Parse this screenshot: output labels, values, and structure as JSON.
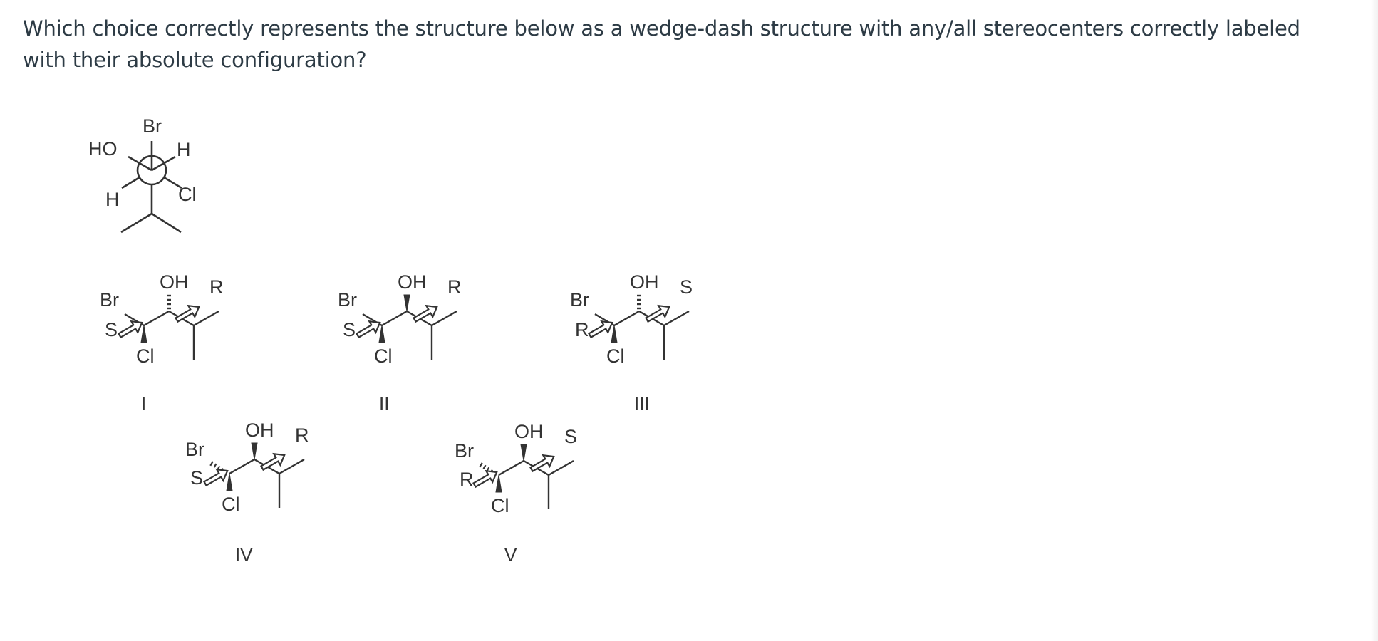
{
  "question": {
    "text": "Which choice correctly represents the structure below as a wedge-dash structure with any/all stereocenters correctly labeled with their absolute configuration?"
  },
  "newman": {
    "front_top": "Br",
    "front_left": "HO",
    "front_right": "H",
    "back_left": "H",
    "back_right": "Cl"
  },
  "choices": [
    {
      "numeral": "I",
      "oh": "OH",
      "br": "Br",
      "cl": "Cl",
      "c2_config": "S",
      "c3_config": "R",
      "br_bond": "plain",
      "oh_bond": "dash"
    },
    {
      "numeral": "II",
      "oh": "OH",
      "br": "Br",
      "cl": "Cl",
      "c2_config": "S",
      "c3_config": "R",
      "br_bond": "plain",
      "oh_bond": "wedge"
    },
    {
      "numeral": "III",
      "oh": "OH",
      "br": "Br",
      "cl": "Cl",
      "c2_config": "R",
      "c3_config": "S",
      "br_bond": "plain",
      "oh_bond": "dash"
    },
    {
      "numeral": "IV",
      "oh": "OH",
      "br": "Br",
      "cl": "Cl",
      "c2_config": "S",
      "c3_config": "R",
      "br_bond": "hash",
      "oh_bond": "wedge"
    },
    {
      "numeral": "V",
      "oh": "OH",
      "br": "Br",
      "cl": "Cl",
      "c2_config": "R",
      "c3_config": "S",
      "br_bond": "hash",
      "oh_bond": "wedge"
    }
  ],
  "colors": {
    "text": "#2d3b45",
    "structure": "#333333"
  }
}
